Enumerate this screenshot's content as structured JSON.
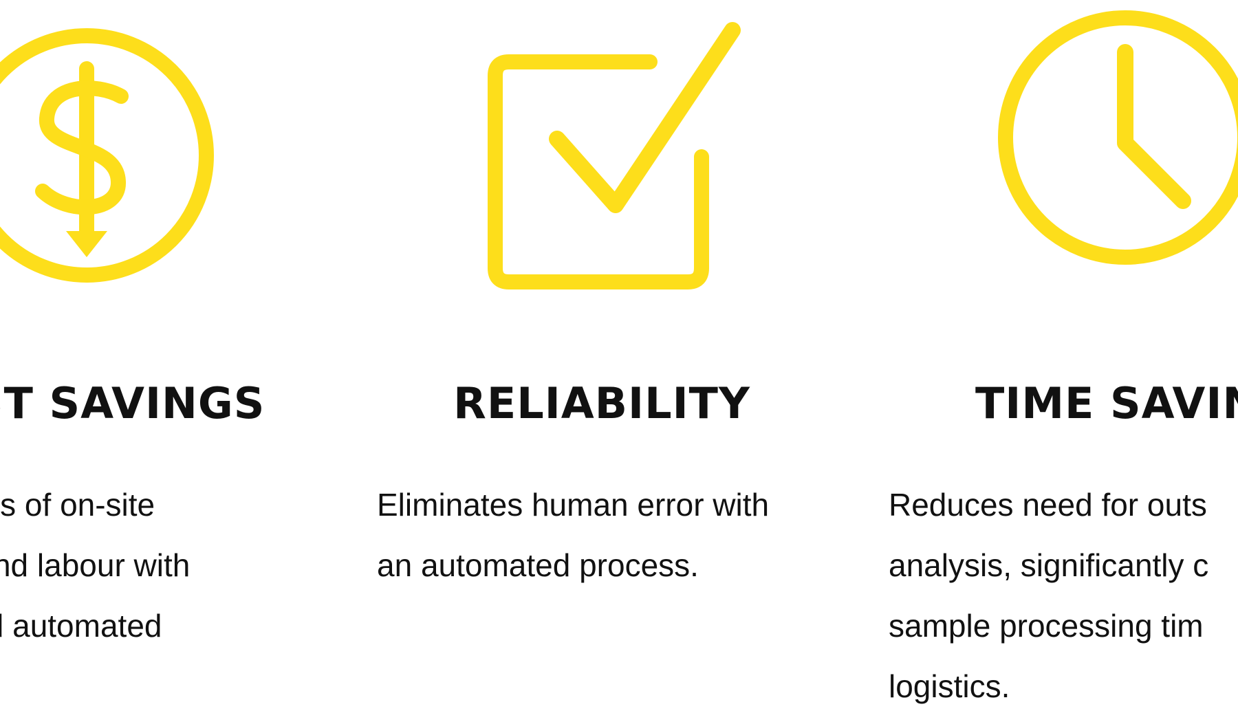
{
  "accent_color": "#FDDE1B",
  "text_color": "#111111",
  "features": [
    {
      "icon": "dollar-down-arrow-circle-icon",
      "title": "ST SAVINGS",
      "description_lines": [
        "s costs of on-site",
        "ties and labour with",
        "le and automated"
      ]
    },
    {
      "icon": "checkbox-check-icon",
      "title": "RELIABILITY",
      "description_lines": [
        "Eliminates human error with",
        "an automated process."
      ]
    },
    {
      "icon": "clock-icon",
      "title": "TIME SAVING",
      "description_lines": [
        "Reduces need for outs",
        "analysis, significantly c",
        "sample processing tim",
        "logistics."
      ]
    }
  ]
}
